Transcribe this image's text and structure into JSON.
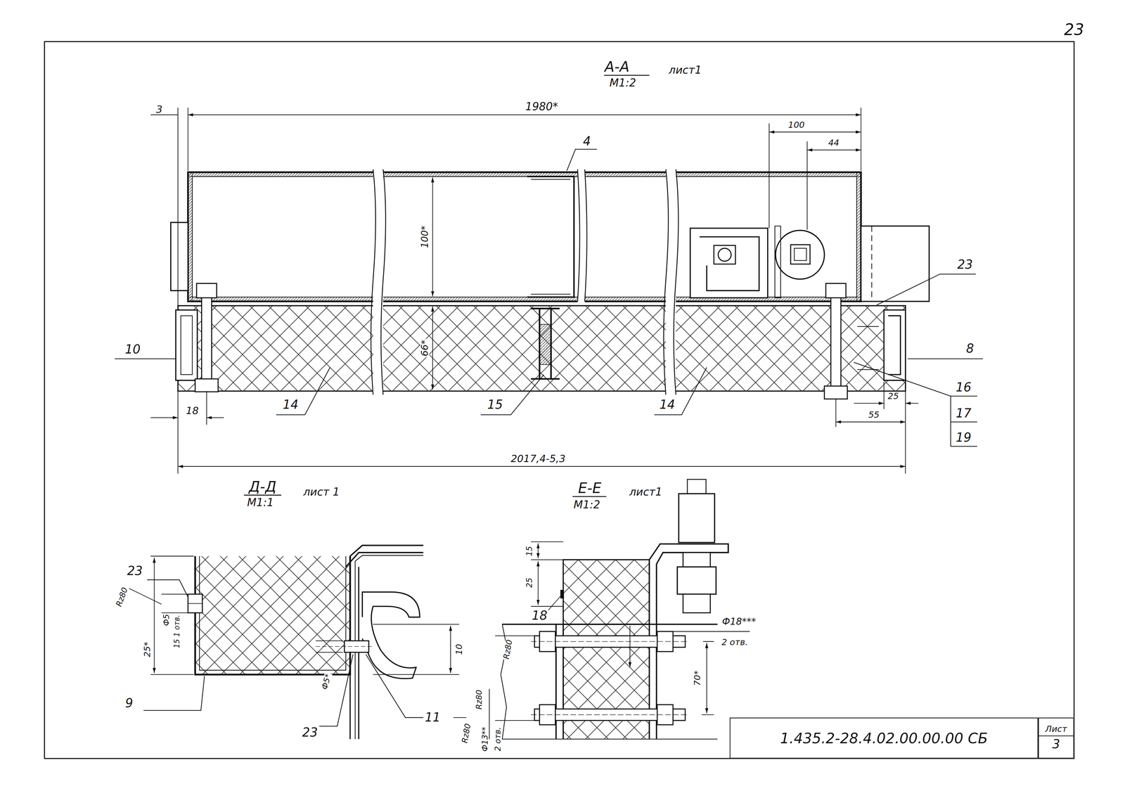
{
  "diagram": {
    "nodes": [
      {
        "text": [
          "1.435.2-28.4.02.00.00.00 СБ"
        ]
      },
      {
        "text": [
          "Лист",
          "3"
        ]
      }
    ],
    "labels": [
      "23",
      "А-А",
      "М1:2",
      "лист1",
      "3",
      "1980*",
      "100",
      "44",
      "4",
      "100*",
      "66*",
      "23",
      "8",
      "10",
      "14",
      "15",
      "14",
      "16",
      "17",
      "19",
      "18",
      "25",
      "55",
      "2017,4-5,3",
      "Д-Д",
      "М1:1",
      "лист 1",
      "23",
      "Rz80",
      "Ф5",
      "15 1 отв.",
      "25*",
      "9",
      "Ф5*",
      "10",
      "23",
      "11",
      "Rz80",
      "Е-Е",
      "М1:2",
      "лист1",
      "15",
      "25",
      "18",
      "Ф18***",
      "2 отв.",
      "Rz80",
      "70*",
      "Rz80",
      "Ф13**",
      "2 отв."
    ]
  }
}
